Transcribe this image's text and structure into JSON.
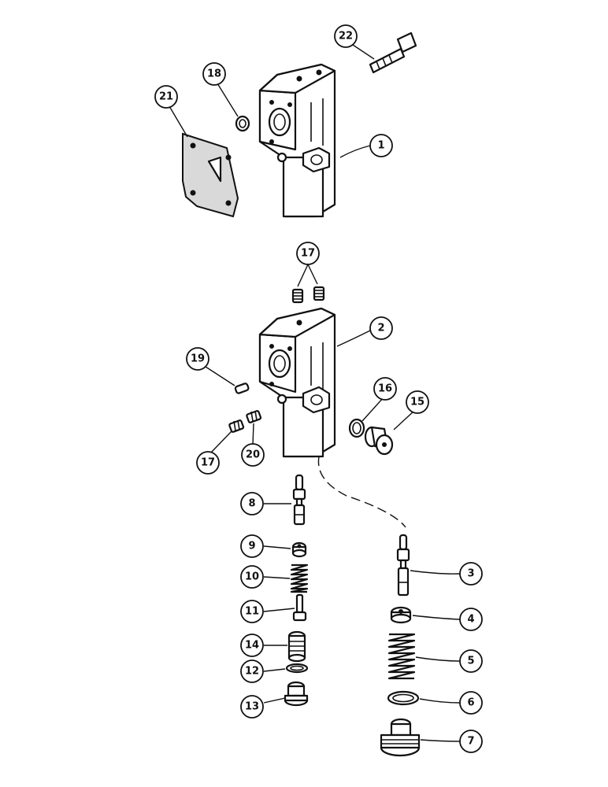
{
  "diagram": {
    "type": "exploded-parts-view",
    "callouts": [
      {
        "id": "c1",
        "label": "1"
      },
      {
        "id": "c2",
        "label": "2"
      },
      {
        "id": "c3",
        "label": "3"
      },
      {
        "id": "c4",
        "label": "4"
      },
      {
        "id": "c5",
        "label": "5"
      },
      {
        "id": "c6",
        "label": "6"
      },
      {
        "id": "c7",
        "label": "7"
      },
      {
        "id": "c8",
        "label": "8"
      },
      {
        "id": "c9",
        "label": "9"
      },
      {
        "id": "c10",
        "label": "10"
      },
      {
        "id": "c11",
        "label": "11"
      },
      {
        "id": "c12",
        "label": "12"
      },
      {
        "id": "c13",
        "label": "13"
      },
      {
        "id": "c14",
        "label": "14"
      },
      {
        "id": "c15",
        "label": "15"
      },
      {
        "id": "c16",
        "label": "16"
      },
      {
        "id": "c17a",
        "label": "17"
      },
      {
        "id": "c17b",
        "label": "17"
      },
      {
        "id": "c18",
        "label": "18"
      },
      {
        "id": "c19",
        "label": "19"
      },
      {
        "id": "c20",
        "label": "20"
      },
      {
        "id": "c21",
        "label": "21"
      },
      {
        "id": "c22",
        "label": "22"
      }
    ]
  }
}
